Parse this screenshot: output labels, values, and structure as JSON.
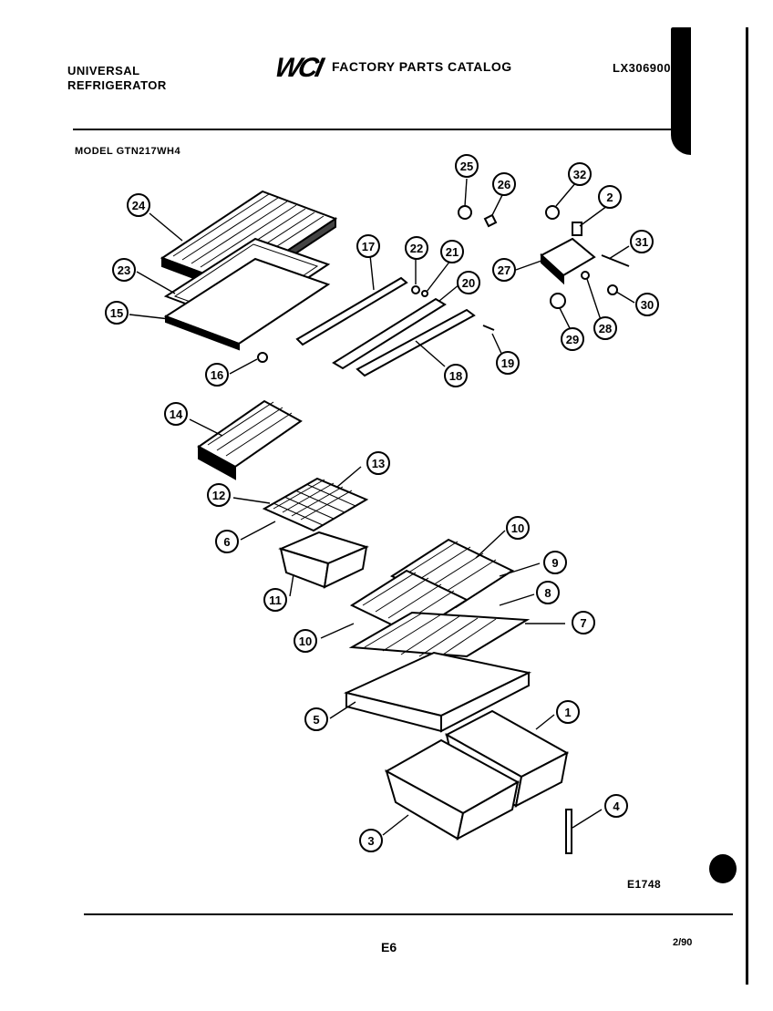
{
  "header": {
    "brand_line1": "UNIVERSAL",
    "brand_line2": "REFRIGERATOR",
    "logo": "WCI",
    "catalog_title": "FACTORY PARTS CATALOG",
    "catalog_code": "LX3069002"
  },
  "model_label": "MODEL GTN217WH4",
  "callouts": [
    "1",
    "2",
    "3",
    "4",
    "5",
    "6",
    "7",
    "8",
    "9",
    "10",
    "10",
    "11",
    "12",
    "13",
    "14",
    "15",
    "16",
    "17",
    "18",
    "19",
    "20",
    "21",
    "22",
    "23",
    "24",
    "25",
    "26",
    "27",
    "28",
    "29",
    "30",
    "31",
    "32"
  ],
  "footer": {
    "drawing_code": "E1748",
    "page": "E6",
    "date": "2/90"
  }
}
